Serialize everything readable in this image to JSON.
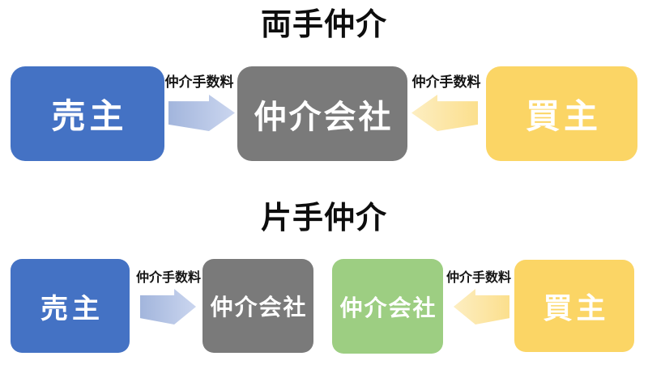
{
  "diagram": {
    "type": "flow-diagram",
    "sections": {
      "ryote": {
        "title": "両手仲介",
        "seller": "売主",
        "broker": "仲介会社",
        "buyer": "買主",
        "fee_from_seller": "仲介手数料",
        "fee_from_buyer": "仲介手数料"
      },
      "katate": {
        "title": "片手仲介",
        "seller": "売主",
        "broker_seller_side": "仲介会社",
        "broker_buyer_side": "仲介会社",
        "buyer": "買主",
        "fee_from_seller": "仲介手数料",
        "fee_from_buyer": "仲介手数料"
      }
    }
  },
  "colors": {
    "seller_box": "#4472C4",
    "broker_box": "#7A7A7A",
    "broker_green_box": "#9DCE82",
    "buyer_box": "#FBD565",
    "seller_arrow_start": "#A2B5DC",
    "seller_arrow_end": "#CBD6EF",
    "buyer_arrow_start": "#FBDF8D",
    "buyer_arrow_end": "#FDEEC2",
    "box_text": "#FFFFFF",
    "title_text": "#0D0D0D",
    "label_text": "#151515"
  }
}
